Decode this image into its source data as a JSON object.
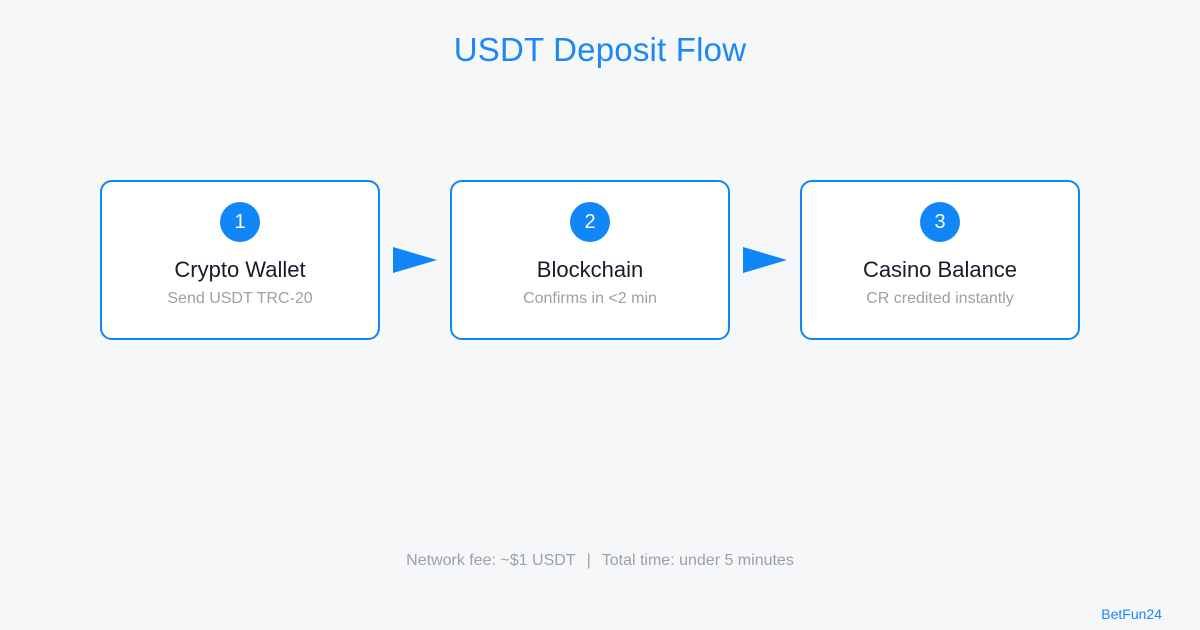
{
  "title": "USDT Deposit Flow",
  "steps": [
    {
      "number": "1",
      "title": "Crypto Wallet",
      "subtitle": "Send USDT TRC-20"
    },
    {
      "number": "2",
      "title": "Blockchain",
      "subtitle": "Confirms in <2 min"
    },
    {
      "number": "3",
      "title": "Casino Balance",
      "subtitle": "CR credited instantly"
    }
  ],
  "footer": {
    "fee": "Network fee: ~$1 USDT",
    "separator": "|",
    "time": "Total time: under 5 minutes",
    "brand": "BetFun24"
  },
  "colors": {
    "accent": "#1086f7",
    "background": "#f6f7f9",
    "card_bg": "#ffffff",
    "title_text": "#1b87f8",
    "step_title": "#151c28",
    "muted_text": "#9ba1a8"
  }
}
